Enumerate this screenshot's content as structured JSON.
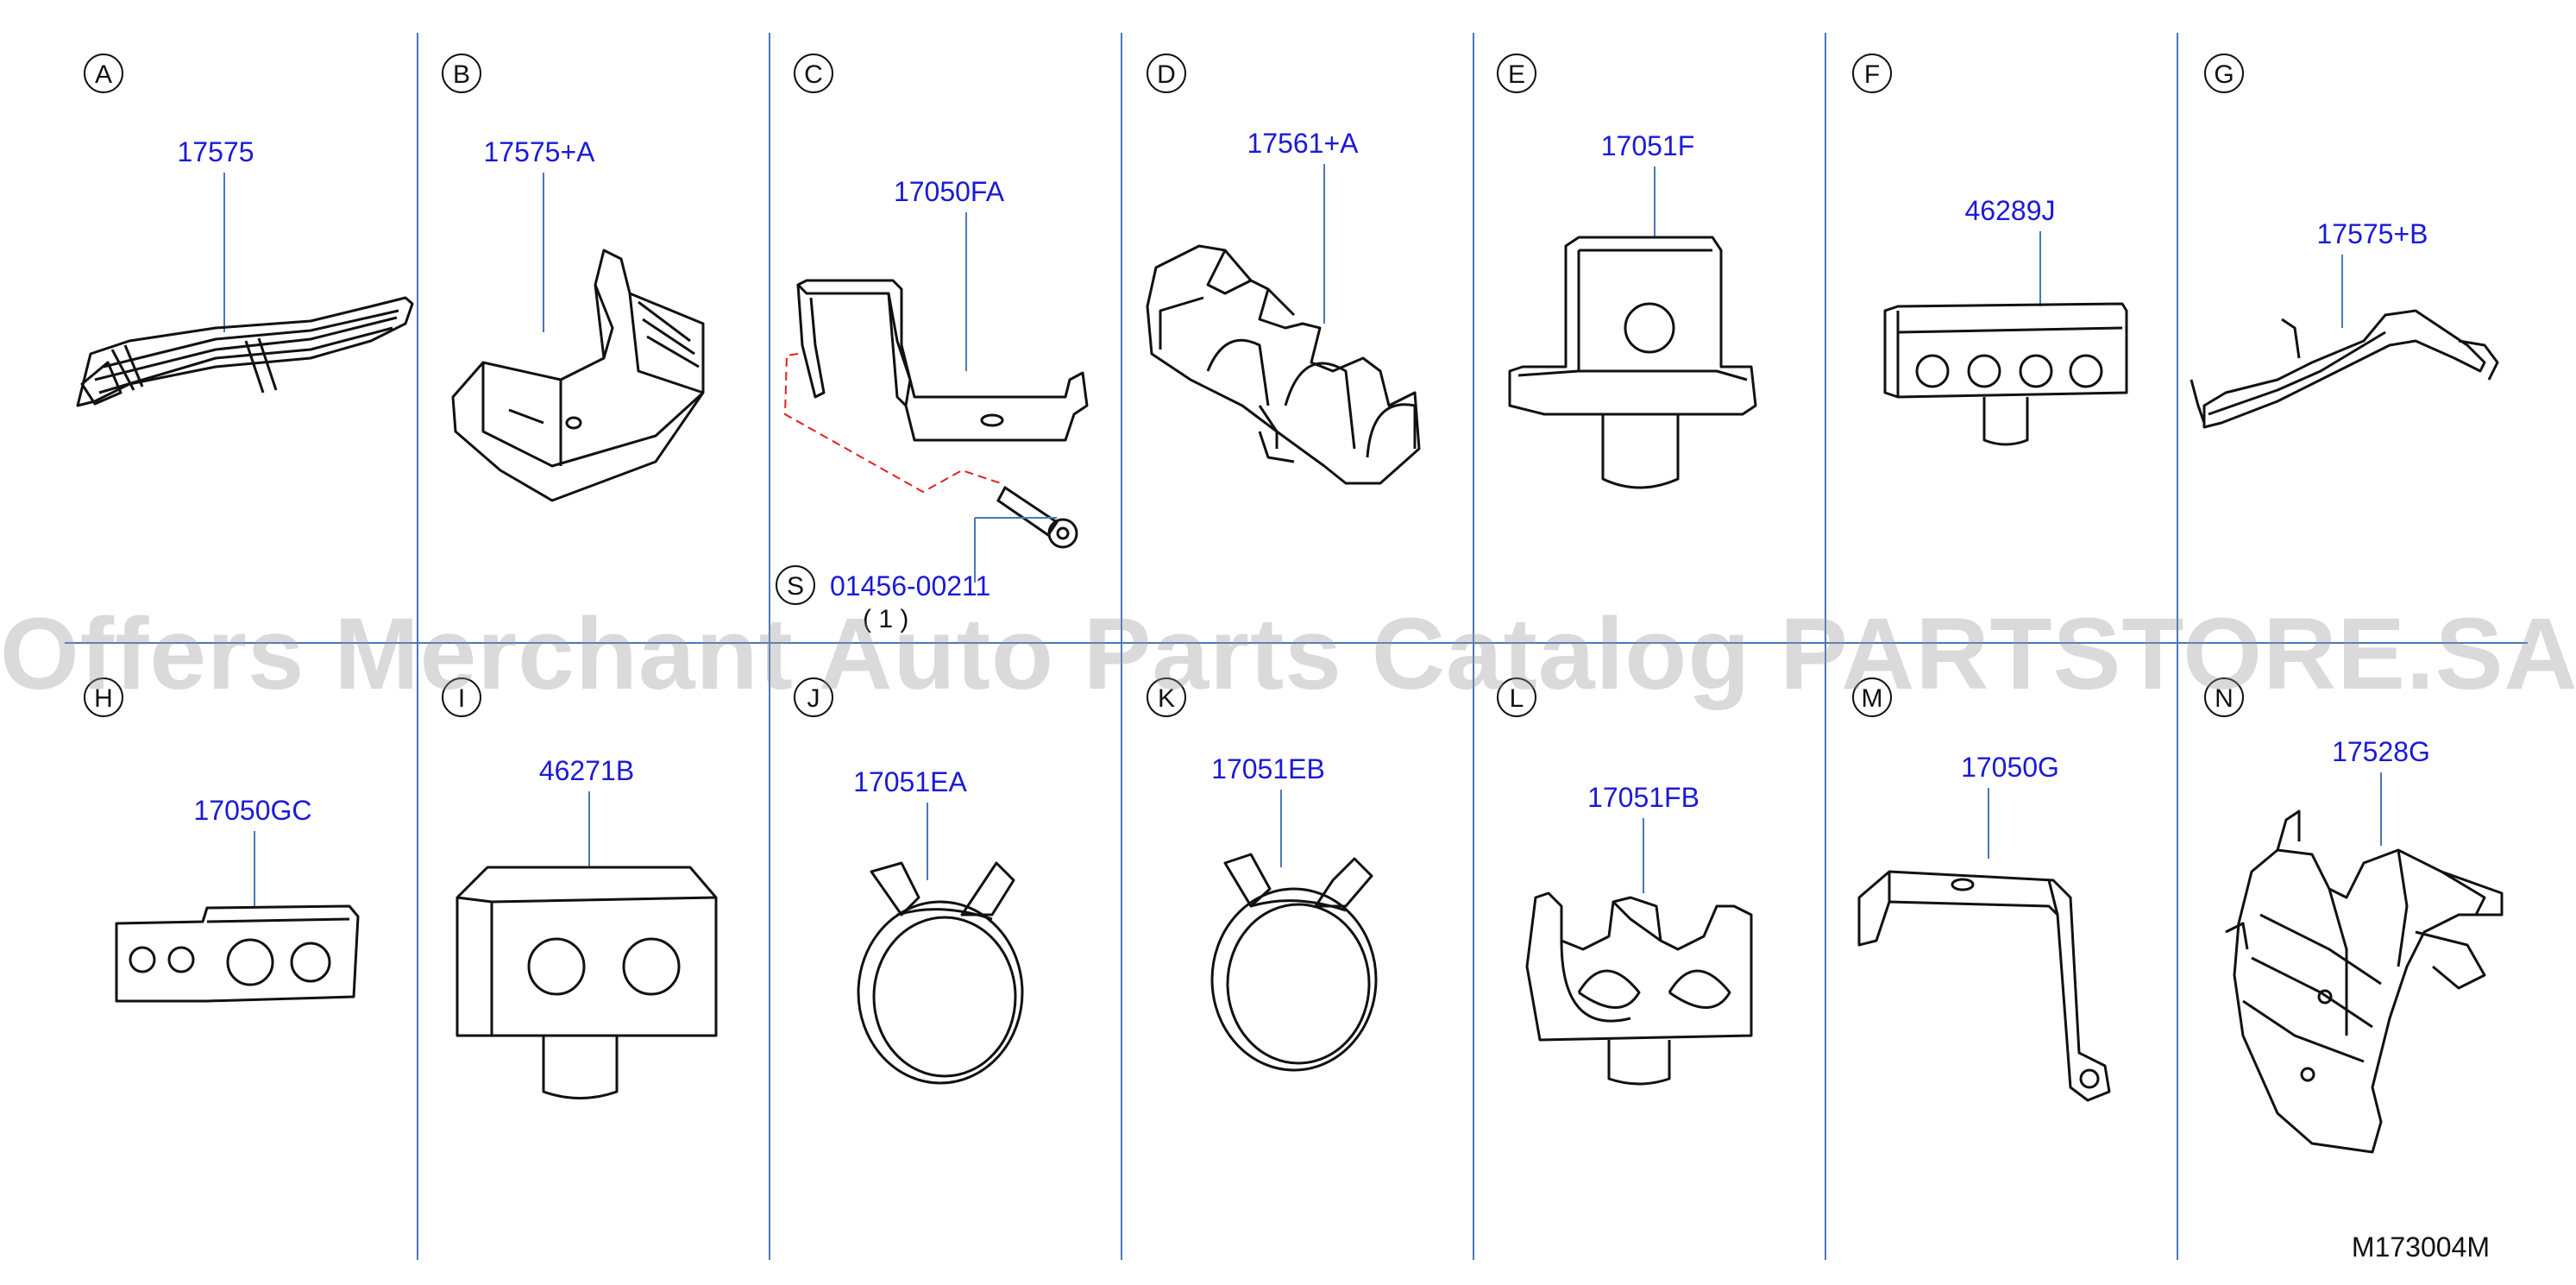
{
  "diagram": {
    "watermark": "Offers Merchant Auto Parts Catalog PARTSTORE.SA",
    "diagram_code": "M173004M",
    "colors": {
      "part_number": "#1a1ad6",
      "divider": "#4a78b8",
      "outline": "#111111",
      "dashed_leader": "#e02020"
    },
    "cells": [
      {
        "letter": "A",
        "part": "17575"
      },
      {
        "letter": "B",
        "part": "17575+A"
      },
      {
        "letter": "C",
        "part": "17050FA",
        "sub_letter": "S",
        "sub_part": "01456-00211",
        "qty": "( 1 )"
      },
      {
        "letter": "D",
        "part": "17561+A"
      },
      {
        "letter": "E",
        "part": "17051F"
      },
      {
        "letter": "F",
        "part": "46289J"
      },
      {
        "letter": "G",
        "part": "17575+B"
      },
      {
        "letter": "H",
        "part": "17050GC"
      },
      {
        "letter": "I",
        "part": "46271B"
      },
      {
        "letter": "J",
        "part": "17051EA"
      },
      {
        "letter": "K",
        "part": "17051EB"
      },
      {
        "letter": "L",
        "part": "17051FB"
      },
      {
        "letter": "M",
        "part": "17050G"
      },
      {
        "letter": "N",
        "part": "17528G"
      }
    ]
  }
}
